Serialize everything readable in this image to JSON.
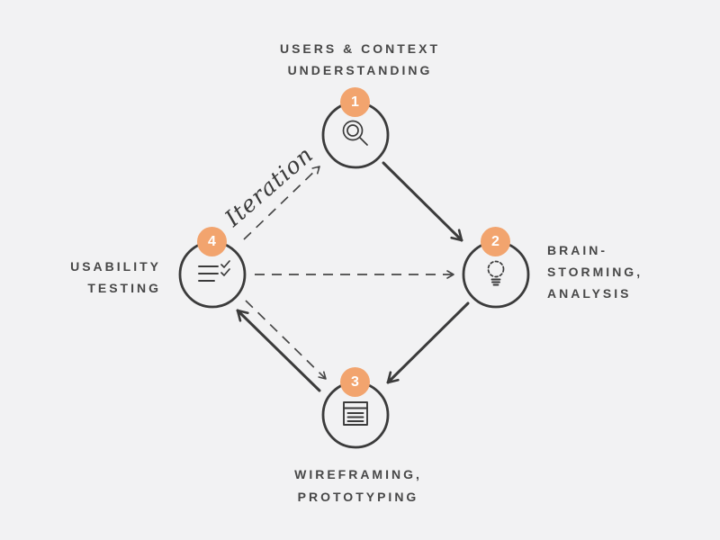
{
  "diagram": {
    "iteration_label": "Iteration",
    "colors": {
      "background": "#f2f2f3",
      "outline": "#3b3b3b",
      "badge": "#f2a46e",
      "badge_number": "#ffffff",
      "label_text": "#474747"
    },
    "nodes": [
      {
        "number": "1",
        "icon": "magnifier-icon",
        "lines": [
          "USERS & CONTEXT",
          "UNDERSTANDING"
        ]
      },
      {
        "number": "2",
        "icon": "lightbulb-icon",
        "lines": [
          "BRAIN-",
          "STORMING,",
          "ANALYSIS"
        ]
      },
      {
        "number": "3",
        "icon": "document-icon",
        "lines": [
          "WIREFRAMING,",
          "PROTOTYPING"
        ]
      },
      {
        "number": "4",
        "icon": "checklist-icon",
        "lines": [
          "USABILITY",
          "TESTING"
        ]
      }
    ],
    "flows": {
      "solid": [
        "1-to-2",
        "2-to-3",
        "3-to-4"
      ],
      "dashed": [
        "4-to-1",
        "4-to-2",
        "4-to-3"
      ]
    }
  }
}
